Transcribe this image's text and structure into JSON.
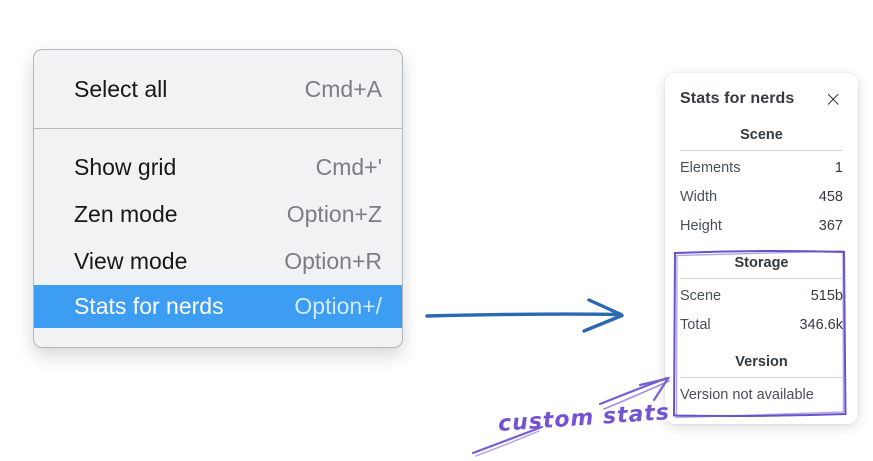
{
  "menu": {
    "sections": [
      {
        "items": [
          {
            "label": "Select all",
            "shortcut": "Cmd+A"
          }
        ]
      },
      {
        "items": [
          {
            "label": "Show grid",
            "shortcut": "Cmd+'"
          },
          {
            "label": "Zen mode",
            "shortcut": "Option+Z"
          },
          {
            "label": "View mode",
            "shortcut": "Option+R"
          },
          {
            "label": "Stats for nerds",
            "shortcut": "Option+/",
            "selected": true
          }
        ]
      }
    ],
    "highlight_color": "#3d9df3"
  },
  "stats_panel": {
    "title": "Stats for nerds",
    "close_icon": "×",
    "sections": [
      {
        "heading": "Scene",
        "rows": [
          [
            "Elements",
            "1"
          ],
          [
            "Width",
            "458"
          ],
          [
            "Height",
            "367"
          ]
        ]
      },
      {
        "heading": "Storage",
        "rows": [
          [
            "Scene",
            "515b"
          ],
          [
            "Total",
            "346.6k"
          ]
        ]
      },
      {
        "heading": "Version",
        "note": "Version not available"
      }
    ]
  },
  "annotation": {
    "label": "custom stats",
    "label_color": "#7452d4",
    "sketch_color": "#7a5fd3",
    "arrow_color": "#2b6ab1"
  }
}
